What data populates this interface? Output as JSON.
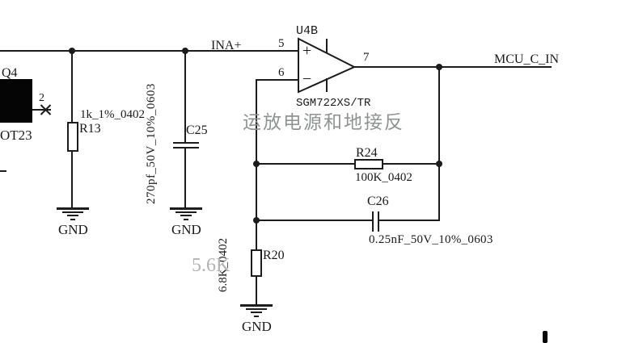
{
  "schematic": {
    "nets": {
      "ina_plus": "INA+",
      "mcu_c_in": "MCU_C_IN",
      "gnd": "GND"
    },
    "components": {
      "q4": {
        "ref": "Q4",
        "package": "OT23",
        "pin2_number": "2"
      },
      "r13": {
        "ref": "R13",
        "value": "1k_1%_0402"
      },
      "c25": {
        "ref": "C25",
        "value": "270pf_50V_10%_0603"
      },
      "opamp": {
        "ref": "U4B",
        "part": "SGM722XS/TR",
        "pin_noninverting": "5",
        "pin_inverting": "6",
        "pin_output": "7",
        "noninverting_mark": "+",
        "inverting_mark": "−"
      },
      "r24": {
        "ref": "R24",
        "value": "100K_0402"
      },
      "c26": {
        "ref": "C26",
        "value": "0.25nF_50V_10%_0603"
      },
      "r20": {
        "ref": "R20",
        "value": "6.8K_0402",
        "ghost_value": "5.6K"
      }
    },
    "annotations": {
      "review_note": "运放电源和地接反"
    },
    "colors": {
      "wire": "#1c1c1c",
      "watermark_text": "#8f9392",
      "ghost_text": "#b4b2b2",
      "background": "#ffffff"
    }
  }
}
